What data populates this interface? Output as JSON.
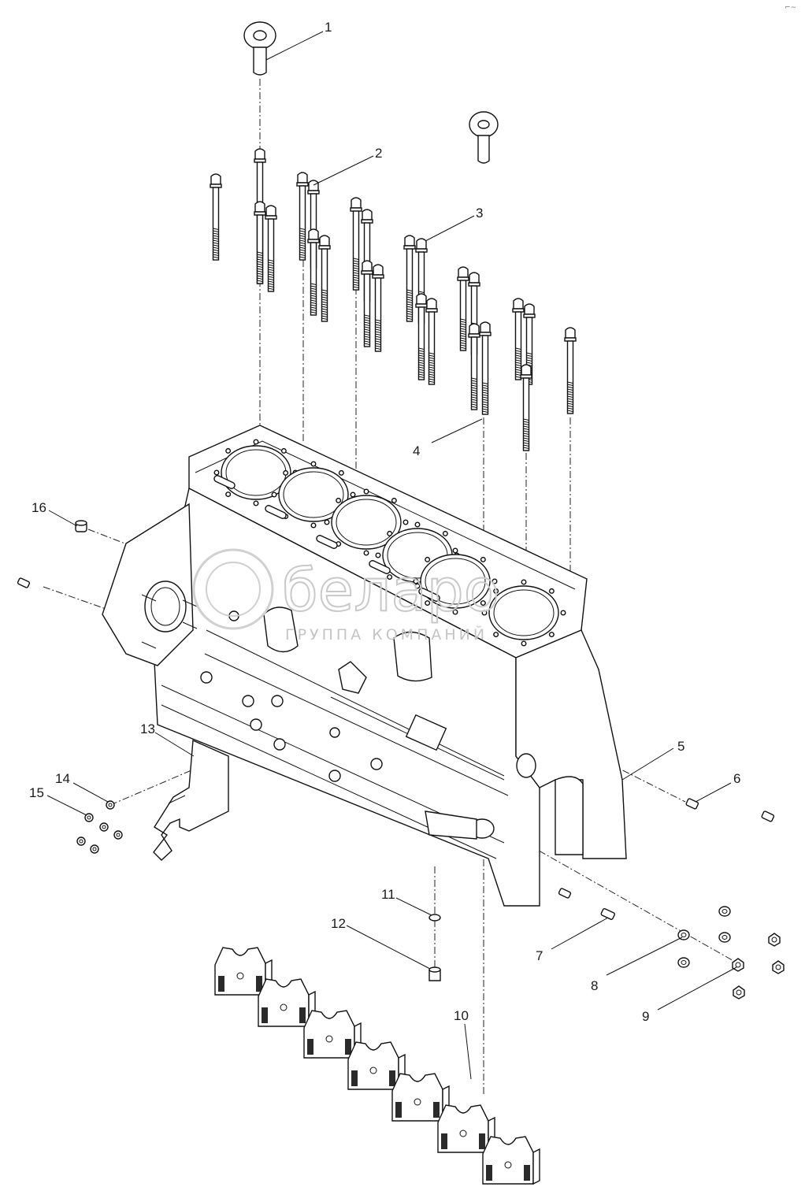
{
  "diagram": {
    "callouts": [
      {
        "id": "1",
        "label": "1"
      },
      {
        "id": "2",
        "label": "2"
      },
      {
        "id": "3",
        "label": "3"
      },
      {
        "id": "4",
        "label": "4"
      },
      {
        "id": "5",
        "label": "5"
      },
      {
        "id": "6",
        "label": "6"
      },
      {
        "id": "7",
        "label": "7"
      },
      {
        "id": "8",
        "label": "8"
      },
      {
        "id": "9",
        "label": "9"
      },
      {
        "id": "10",
        "label": "10"
      },
      {
        "id": "11",
        "label": "11"
      },
      {
        "id": "12",
        "label": "12"
      },
      {
        "id": "13",
        "label": "13"
      },
      {
        "id": "14",
        "label": "14"
      },
      {
        "id": "15",
        "label": "15"
      },
      {
        "id": "16",
        "label": "16"
      }
    ],
    "watermark": {
      "brand": "беларо",
      "subtitle": "ГРУППА КОМПАНИЙ"
    },
    "corner_mark": "⌐~"
  },
  "colors": {
    "line": "#111111",
    "watermark": "#c9c9c9"
  }
}
